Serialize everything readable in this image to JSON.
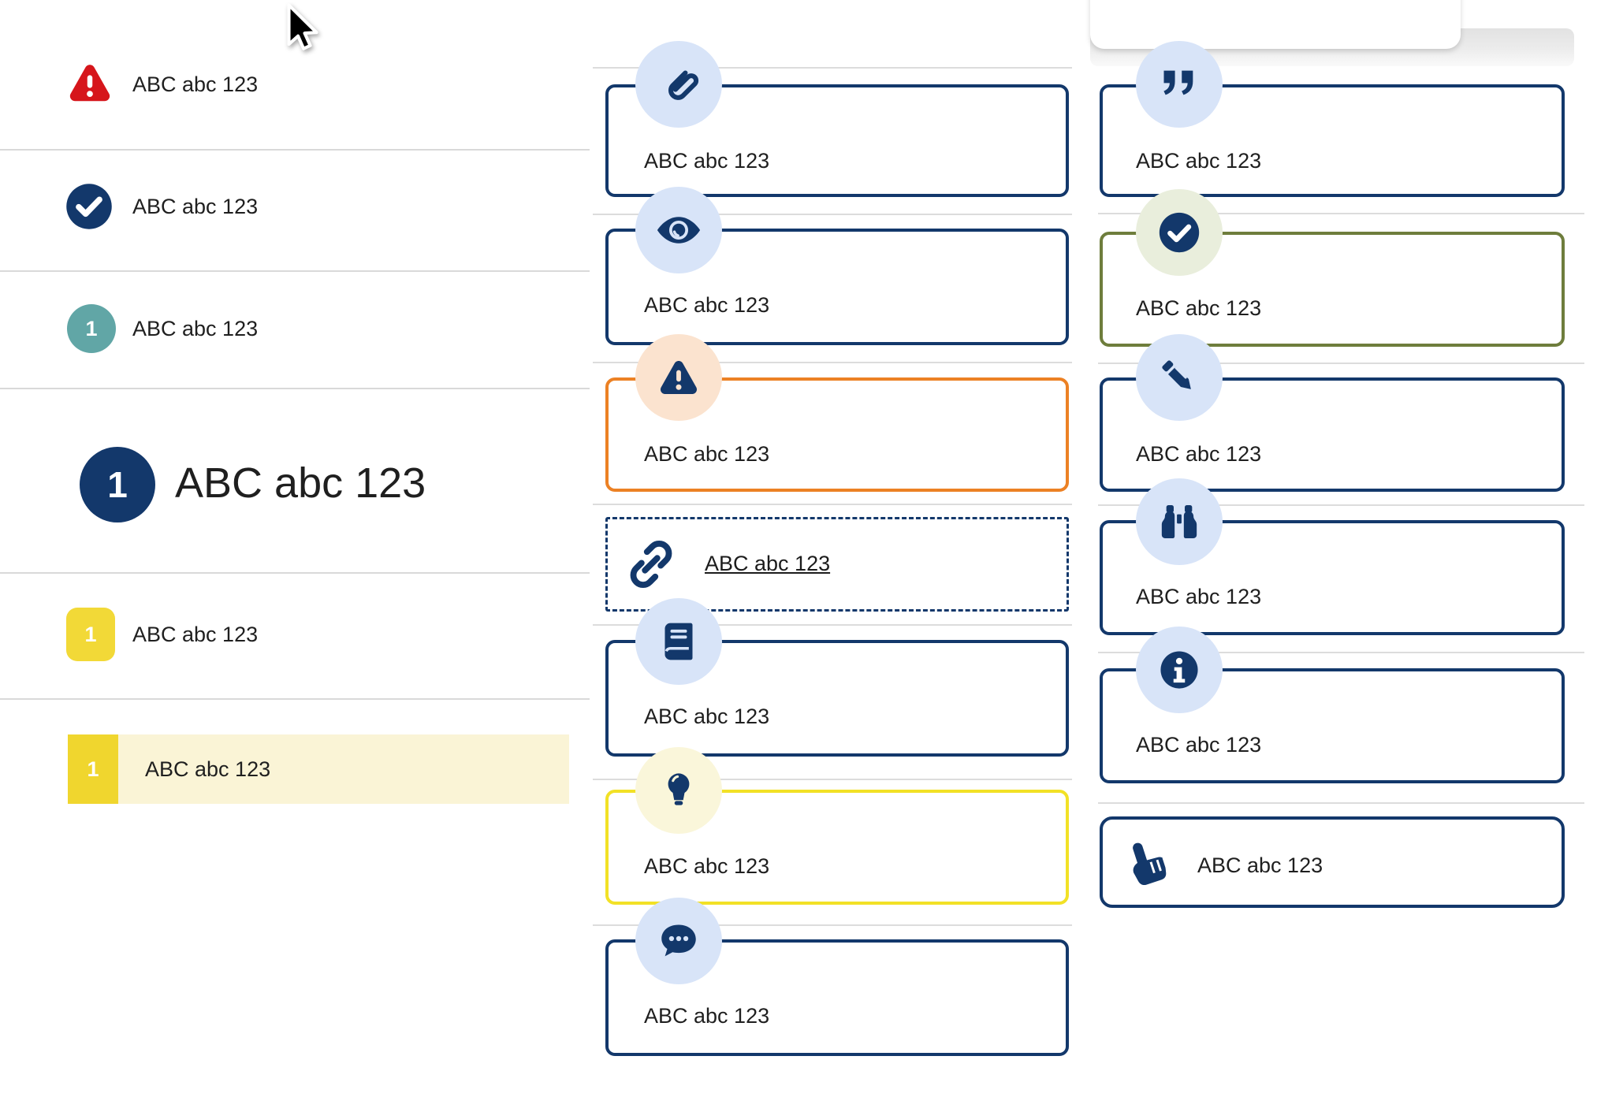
{
  "colors": {
    "navy": "#13386B",
    "light_blue_badge": "#D8E4F8",
    "peach_badge": "#FBE3CF",
    "pale_yellow_badge": "#FAF6DA",
    "pale_green_badge": "#E9EEDC",
    "orange_border": "#EC8124",
    "olive_border": "#6E7D3C",
    "yellow_border": "#F2E126",
    "yellow_square": "#F2D937",
    "highlight_band": "#FAF4D6",
    "teal": "#61A6A6",
    "alert_red": "#D6151B",
    "text": "#1F1F1F",
    "divider": "#D9D9D9"
  },
  "left_list": {
    "items": [
      {
        "label": "ABC abc 123",
        "icon": "warning-triangle-icon",
        "variant": "alert"
      },
      {
        "label": "ABC abc 123",
        "icon": "check-circle-icon",
        "variant": "success"
      },
      {
        "label": "ABC abc 123",
        "badge": "1",
        "variant": "teal-number"
      },
      {
        "label": "ABC abc 123",
        "badge": "1",
        "variant": "heading-number"
      },
      {
        "label": "ABC abc 123",
        "badge": "1",
        "variant": "yellow-number"
      },
      {
        "label": "ABC abc 123",
        "badge": "1",
        "variant": "yellow-number-highlighted"
      }
    ]
  },
  "middle_callouts": [
    {
      "label": "ABC abc 123",
      "icon": "paperclip-icon",
      "style": "navy"
    },
    {
      "label": "ABC abc 123",
      "icon": "eye-icon",
      "style": "navy"
    },
    {
      "label": "ABC abc 123",
      "icon": "warning-triangle-icon",
      "style": "orange"
    },
    {
      "label": "ABC abc 123",
      "icon": "link-icon",
      "style": "dashed-link"
    },
    {
      "label": "ABC abc 123",
      "icon": "book-icon",
      "style": "navy"
    },
    {
      "label": "ABC abc 123",
      "icon": "lightbulb-icon",
      "style": "yellow"
    },
    {
      "label": "ABC abc 123",
      "icon": "chat-icon",
      "style": "navy"
    }
  ],
  "right_callouts": [
    {
      "label": "ABC abc 123",
      "icon": "quote-icon",
      "style": "navy"
    },
    {
      "label": "ABC abc 123",
      "icon": "check-circle-icon",
      "style": "olive"
    },
    {
      "label": "ABC abc 123",
      "icon": "pencil-icon",
      "style": "navy"
    },
    {
      "label": "ABC abc 123",
      "icon": "binoculars-icon",
      "style": "navy"
    },
    {
      "label": "ABC abc 123",
      "icon": "info-icon",
      "style": "navy"
    },
    {
      "label": "ABC abc 123",
      "icon": "hand-pointer-icon",
      "style": "navy-compact"
    }
  ]
}
